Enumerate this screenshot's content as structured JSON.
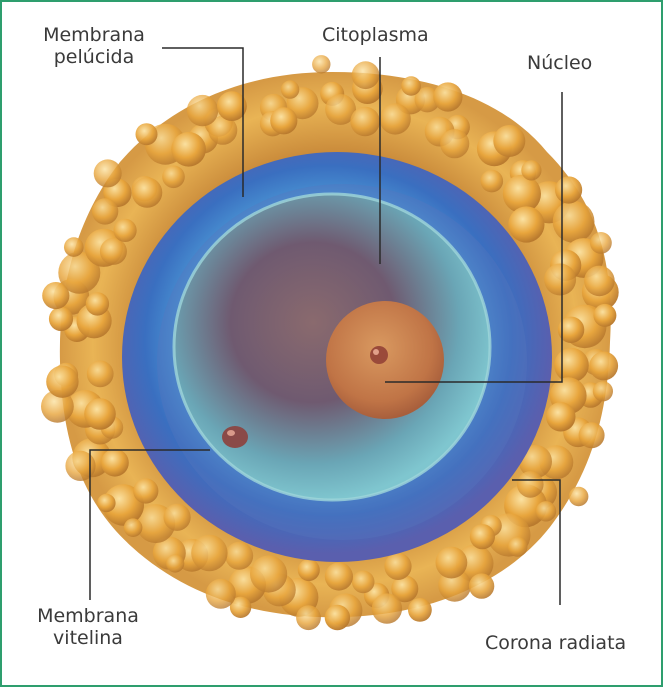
{
  "labels": {
    "membrana_pelucida_line1": "Membrana",
    "membrana_pelucida_line2": "pelúcida",
    "citoplasma": "Citoplasma",
    "nucleo": "Núcleo",
    "membrana_vitelina_line1": "Membrana",
    "membrana_vitelina_line2": "vitelina",
    "corona_radiata": "Corona radiata"
  },
  "colors": {
    "frame_border": "#2e9e6e",
    "leader_line": "#2a2a2a",
    "label_text": "#3a3a3a",
    "corona": "#e3a33a",
    "zona_pellucida": "#3f7fc4",
    "cytoplasm": "#6f5872",
    "nucleus": "#c9784a"
  },
  "icons": {
    "oocyte": "oocyte-illustration"
  }
}
